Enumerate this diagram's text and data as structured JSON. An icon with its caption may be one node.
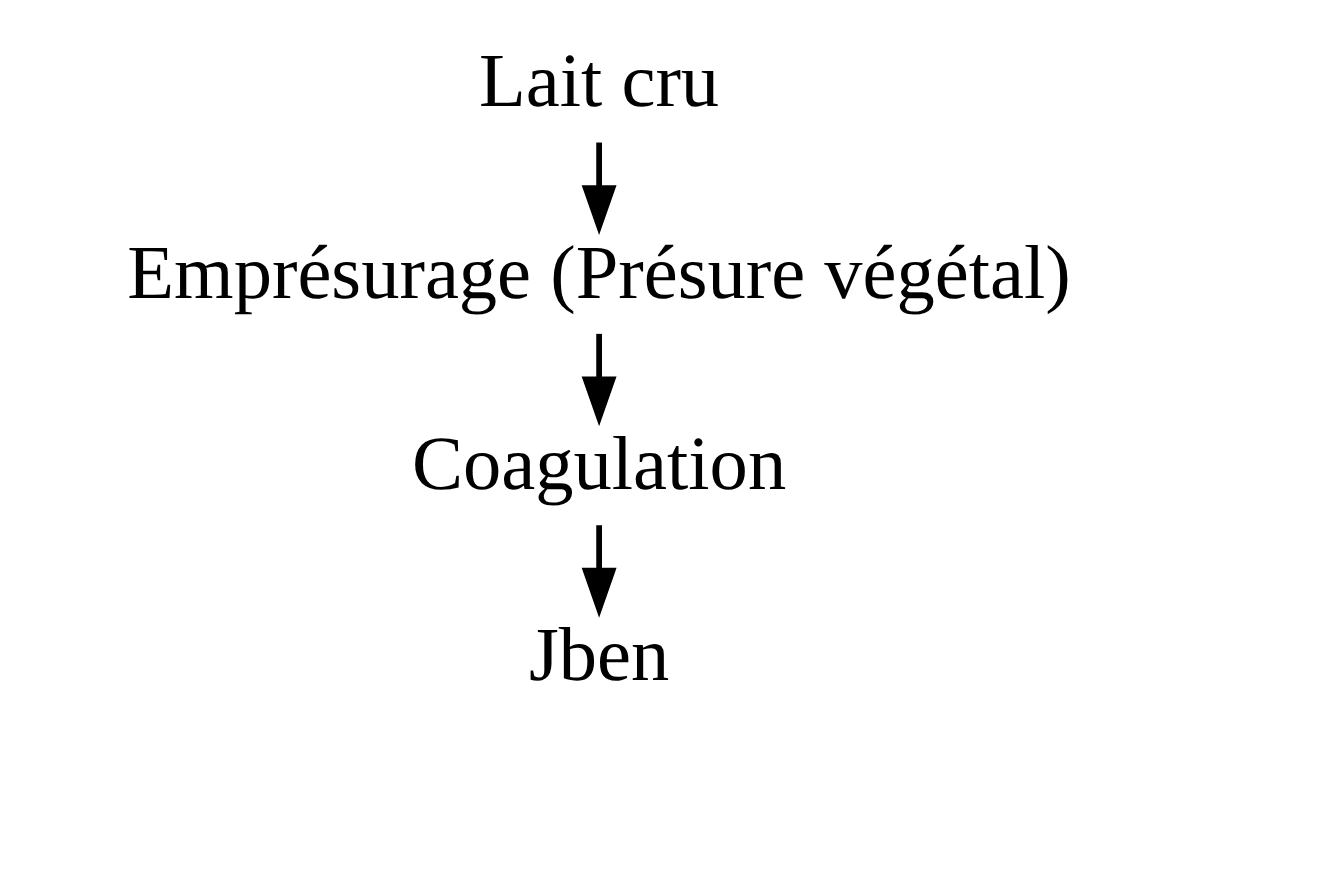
{
  "diagram": {
    "nodes": [
      {
        "text": [
          "Lait cru"
        ]
      },
      {
        "text": [
          "Emprésurage (Présure végétal)"
        ]
      },
      {
        "text": [
          "Coagulation"
        ]
      },
      {
        "text": [
          "Jben"
        ]
      }
    ],
    "edges": [
      {
        "from": 0,
        "to": 1,
        "arrow": "to"
      },
      {
        "from": 1,
        "to": 2,
        "arrow": "to"
      },
      {
        "from": 2,
        "to": 3,
        "arrow": "to"
      }
    ]
  }
}
